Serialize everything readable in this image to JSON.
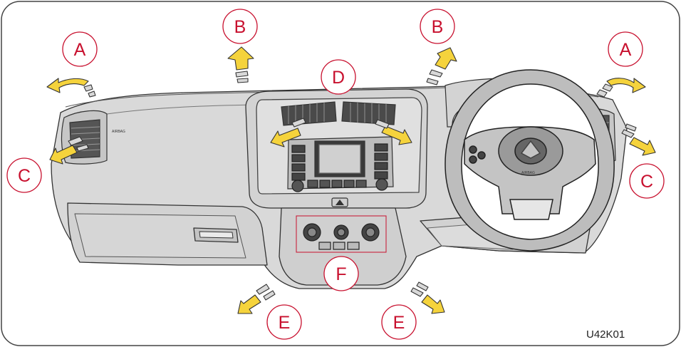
{
  "callouts": {
    "a_left": "A",
    "a_right": "A",
    "b_left": "B",
    "b_right": "B",
    "c_left": "C",
    "c_right": "C",
    "d": "D",
    "e_left": "E",
    "e_right": "E",
    "f": "F"
  },
  "reference_code": "U42K01",
  "airbag_label": "AIRBAG",
  "steering_airbag_label": "AIRBAG",
  "colors": {
    "callout": "#c8102e",
    "arrow_fill": "#f5d33c",
    "dash_fill": "#d8d8d8",
    "dash_stroke": "#333333",
    "frame": "#444444"
  }
}
